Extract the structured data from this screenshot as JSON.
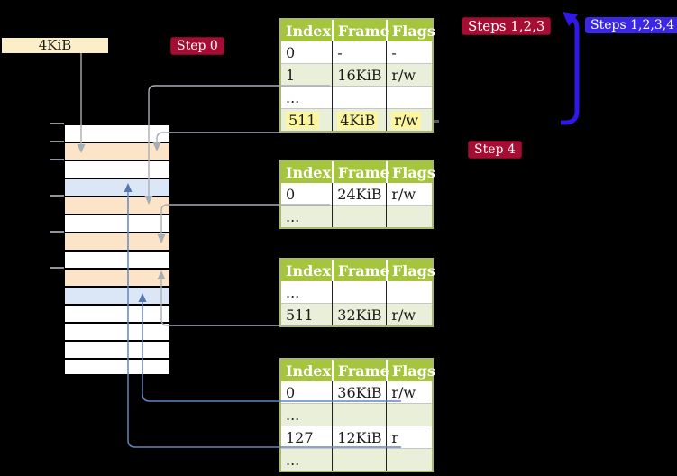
{
  "diagram": {
    "page_size_label": "4KiB",
    "badges": {
      "step0": "Step 0",
      "steps123": "Steps 1,2,3",
      "steps1234": "Steps 1,2,3,4",
      "step4": "Step 4"
    },
    "memory_strip": {
      "rows": [
        "white",
        "orange",
        "white",
        "blue",
        "orange",
        "white",
        "orange",
        "white",
        "orange",
        "blue",
        "white",
        "white",
        "white",
        "white"
      ],
      "tick_count": 6
    },
    "page_tables": [
      {
        "headers": [
          "Index",
          "Frame",
          "Flags"
        ],
        "rows": [
          {
            "cells": [
              "0",
              "-",
              "-"
            ]
          },
          {
            "cells": [
              "1",
              "16KiB",
              "r/w"
            ]
          },
          {
            "cells": [
              "...",
              "",
              ""
            ]
          },
          {
            "cells": [
              "511",
              "4KiB",
              "r/w"
            ],
            "highlighted": true
          }
        ]
      },
      {
        "headers": [
          "Index",
          "Frame",
          "Flags"
        ],
        "rows": [
          {
            "cells": [
              "0",
              "24KiB",
              "r/w"
            ]
          },
          {
            "cells": [
              "...",
              "",
              ""
            ]
          }
        ]
      },
      {
        "headers": [
          "Index",
          "Frame",
          "Flags"
        ],
        "rows": [
          {
            "cells": [
              "...",
              "",
              ""
            ]
          },
          {
            "cells": [
              "511",
              "32KiB",
              "r/w"
            ]
          }
        ]
      },
      {
        "headers": [
          "Index",
          "Frame",
          "Flags"
        ],
        "rows": [
          {
            "cells": [
              "0",
              "36KiB",
              "r/w"
            ]
          },
          {
            "cells": [
              "...",
              "",
              ""
            ]
          },
          {
            "cells": [
              "127",
              "12KiB",
              "r"
            ]
          },
          {
            "cells": [
              "...",
              "",
              ""
            ]
          }
        ]
      }
    ],
    "colors": {
      "table_header_green": "#a6c53e",
      "table_row_green": "#e9efd8",
      "frame_orange": "#fce4c9",
      "frame_blue": "#dbe7f6",
      "label_wheat": "#fbeec9",
      "badge_red": "#a50d33",
      "badge_blue": "#3c28e4",
      "arrow_gray": "#a8aeb6",
      "arrow_blue": "#6386bd",
      "arrow_big_blue": "#3018e8",
      "highlight_yellow": "#fdf6a1"
    }
  }
}
